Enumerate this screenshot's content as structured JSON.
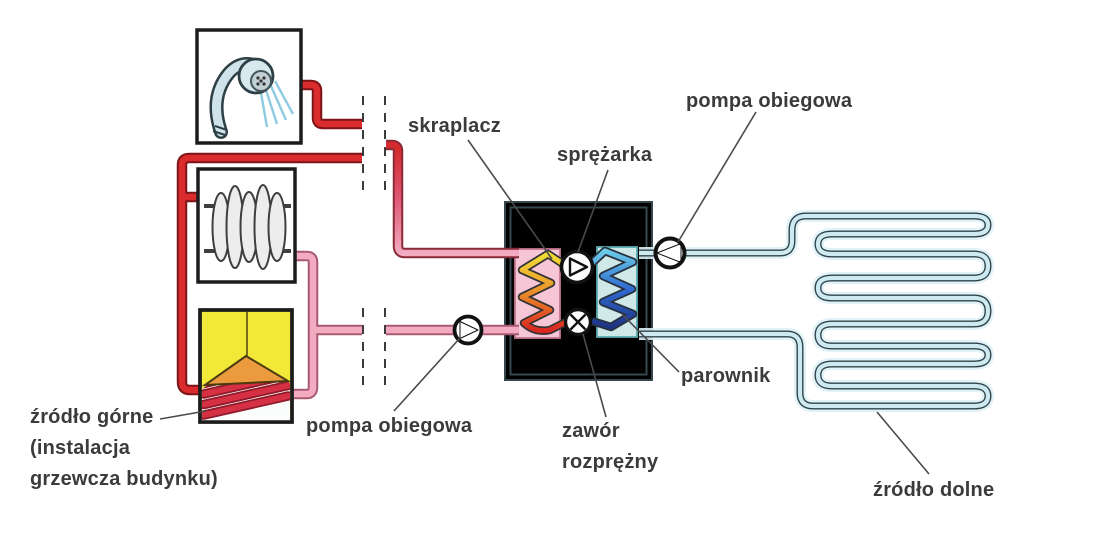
{
  "diagram": {
    "type": "heat-pump-schematic",
    "labels": {
      "skraplacz": "skraplacz",
      "sprezarka": "sprężarka",
      "pompa_obiegowa_gorna": "pompa obiegowa",
      "pompa_obiegowa_dolna": "pompa obiegowa",
      "zawor_rozprezny_l1": "zawór",
      "zawor_rozprezny_l2": "rozprężny",
      "parownik": "parownik",
      "zrodlo_gorne_l1": "źródło górne",
      "zrodlo_gorne_l2": "(instalacja",
      "zrodlo_gorne_l3": "grzewcza budynku)",
      "zrodlo_dolne": "źródło dolne"
    },
    "icons": [
      "shower-icon",
      "radiator-icon",
      "floor-heating-icon",
      "compressor-icon",
      "expansion-valve-icon",
      "circulation-pump-icon",
      "condenser-coil-icon",
      "evaporator-coil-icon",
      "ground-loop-coil-icon"
    ],
    "colors": {
      "hot_pipe_red": "#da2c2c",
      "hot_pipe_outline": "#7d1418",
      "return_pipe_pink": "#f3abc2",
      "return_pipe_outline": "#a85a72",
      "ground_loop_fill": "#cde9f2",
      "ground_loop_outline": "#2f4449",
      "condenser_panel": "#f6c6d7",
      "evaporator_panel": "#cfe9e9",
      "coil_yellow": "#f2e636",
      "coil_orange": "#ec9a2c",
      "coil_red": "#d92020",
      "coil_cyan": "#6fd3ea",
      "coil_blue": "#2f6bd0",
      "coil_navy": "#1c2f7e",
      "floor_yellow": "#f2e838",
      "floor_orange": "#eb9b3d",
      "label_text": "#3b3b3b"
    }
  }
}
